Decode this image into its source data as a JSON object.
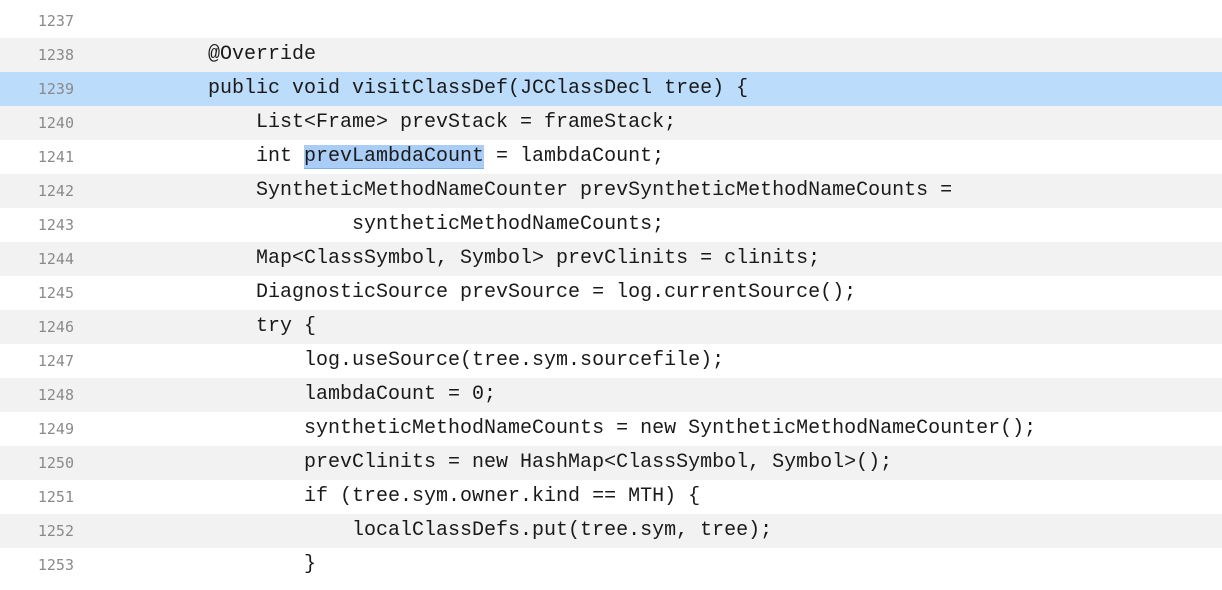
{
  "code": {
    "lines": [
      {
        "number": "1237",
        "pre": "",
        "mark": "",
        "post": ""
      },
      {
        "number": "1238",
        "pre": "@Override",
        "mark": "",
        "post": ""
      },
      {
        "number": "1239",
        "pre": "public void visitClassDef(JCClassDecl tree) {",
        "mark": "",
        "post": ""
      },
      {
        "number": "1240",
        "pre": "    List<Frame> prevStack = frameStack;",
        "mark": "",
        "post": ""
      },
      {
        "number": "1241",
        "pre": "    int ",
        "mark": "prevLambdaCount",
        "post": " = lambdaCount;"
      },
      {
        "number": "1242",
        "pre": "    SyntheticMethodNameCounter prevSyntheticMethodNameCounts =",
        "mark": "",
        "post": ""
      },
      {
        "number": "1243",
        "pre": "            syntheticMethodNameCounts;",
        "mark": "",
        "post": ""
      },
      {
        "number": "1244",
        "pre": "    Map<ClassSymbol, Symbol> prevClinits = clinits;",
        "mark": "",
        "post": ""
      },
      {
        "number": "1245",
        "pre": "    DiagnosticSource prevSource = log.currentSource();",
        "mark": "",
        "post": ""
      },
      {
        "number": "1246",
        "pre": "    try {",
        "mark": "",
        "post": ""
      },
      {
        "number": "1247",
        "pre": "        log.useSource(tree.sym.sourcefile);",
        "mark": "",
        "post": ""
      },
      {
        "number": "1248",
        "pre": "        lambdaCount = 0;",
        "mark": "",
        "post": ""
      },
      {
        "number": "1249",
        "pre": "        syntheticMethodNameCounts = new SyntheticMethodNameCounter();",
        "mark": "",
        "post": ""
      },
      {
        "number": "1250",
        "pre": "        prevClinits = new HashMap<ClassSymbol, Symbol>();",
        "mark": "",
        "post": ""
      },
      {
        "number": "1251",
        "pre": "        if (tree.sym.owner.kind == MTH) {",
        "mark": "",
        "post": ""
      },
      {
        "number": "1252",
        "pre": "            localClassDefs.put(tree.sym, tree);",
        "mark": "",
        "post": ""
      },
      {
        "number": "1253",
        "pre": "        }",
        "mark": "",
        "post": ""
      }
    ],
    "highlighted_line": "1239",
    "highlighted_token": "prevLambdaCount",
    "colors": {
      "stripe": "#f2f2f2",
      "line_highlight": "#bcdcfb",
      "token_highlight": "#a9cdf5",
      "line_number": "#8a8a8a"
    }
  }
}
